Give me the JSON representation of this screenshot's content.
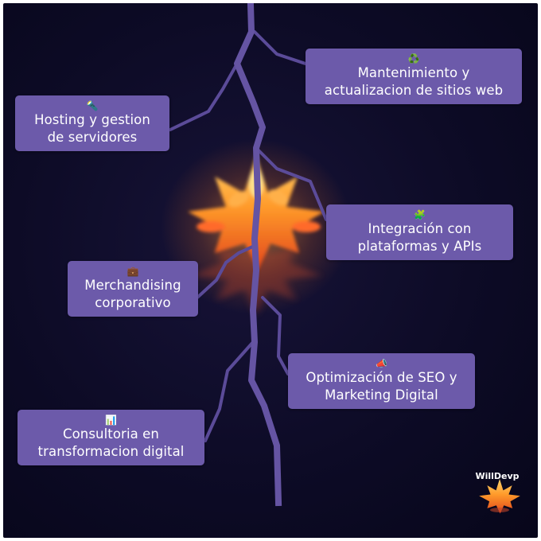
{
  "nodes": [
    {
      "id": "mantenimiento",
      "icon": "♻️",
      "icon_name": "recycle-icon",
      "lines": [
        "Mantenimiento y",
        "actualizacion de sitios web"
      ]
    },
    {
      "id": "hosting",
      "icon": "🔦",
      "icon_name": "flashlight-icon",
      "lines": [
        "Hosting y gestion",
        "de servidores"
      ]
    },
    {
      "id": "integracion",
      "icon": "🧩",
      "icon_name": "puzzle-piece-icon",
      "lines": [
        "Integración con",
        "plataformas y APIs"
      ]
    },
    {
      "id": "merchandising",
      "icon": "💼",
      "icon_name": "briefcase-icon",
      "lines": [
        "Merchandising",
        "corporativo"
      ]
    },
    {
      "id": "seo",
      "icon": "📣",
      "icon_name": "megaphone-icon",
      "lines": [
        "Optimización de SEO y",
        "Marketing Digital"
      ]
    },
    {
      "id": "consultoria",
      "icon": "📊",
      "icon_name": "bar-chart-icon",
      "lines": [
        "Consultoria en",
        "transformacion digital"
      ]
    }
  ],
  "brand": {
    "name": "WillDevp",
    "logo": "maple-leaf-logo"
  },
  "colors": {
    "background": "#0d0b26",
    "box": "#6c5aaa",
    "branch": "#6554a3",
    "text": "#ffffff",
    "leaf": "#f08a1e"
  }
}
